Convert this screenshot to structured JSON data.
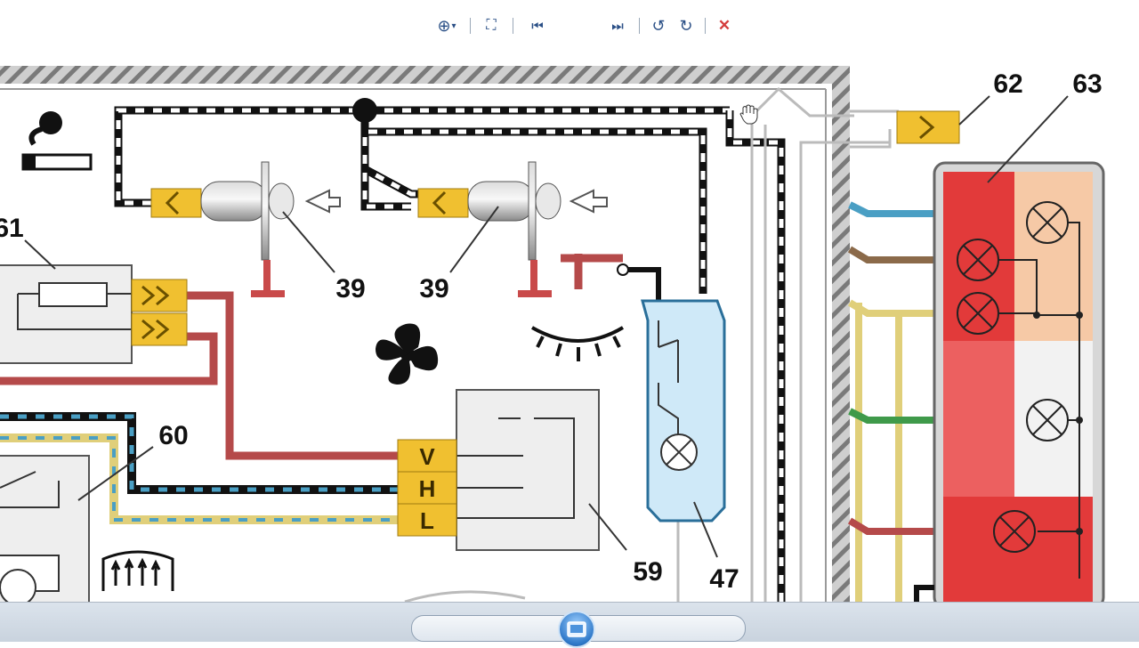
{
  "diagram": {
    "labels": {
      "c39a": "39",
      "c39b": "39",
      "c47": "47",
      "c59": "59",
      "c60": "60",
      "c61": "61",
      "c62": "62",
      "c63": "63"
    },
    "switch_terminals": {
      "v": "V",
      "h": "H",
      "l": "L"
    },
    "icons": [
      "smoking-icon",
      "fan-icon",
      "eye-lamp-icon",
      "rear-defrost-icon"
    ],
    "colors": {
      "red_wire": "#b54a4a",
      "blue_wire": "#4a9fc4",
      "brown_wire": "#8b6a4a",
      "green_wire": "#3f9a4a",
      "yellow_wire": "#e0cf7a",
      "connector": "#f0c030",
      "tail_red": "#e23a3a",
      "tail_amber": "#f6c9a6",
      "door_switch": "#cfe9f8"
    }
  },
  "toolbar": {
    "zoom_icon": "zoom-icon",
    "fit_icon": "fit-to-window-icon",
    "prev_icon": "previous-icon",
    "slideshow_icon": "slideshow-icon",
    "next_icon": "next-icon",
    "rotate_left_icon": "rotate-left-icon",
    "rotate_right_icon": "rotate-right-icon",
    "delete_icon": "delete-icon",
    "zoom_glyph": "⊕",
    "zoom_arrow": "▾",
    "fit_glyph": "⛶",
    "prev_glyph": "⏮",
    "next_glyph": "⏭",
    "rotate_left_glyph": "↺",
    "rotate_right_glyph": "↻",
    "delete_glyph": "✕",
    "delete_color": "#d43c3c"
  }
}
